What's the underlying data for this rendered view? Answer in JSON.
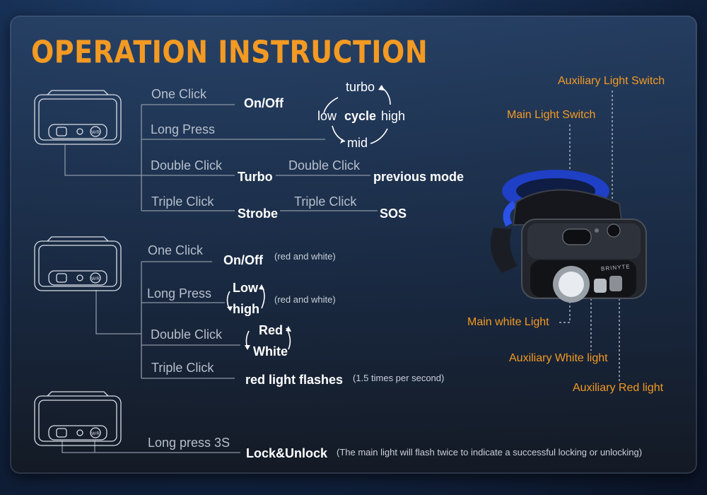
{
  "title": "OPERATION INSTRUCTION",
  "section1": {
    "one_click": "One Click",
    "on_off": "On/Off",
    "long_press": "Long Press",
    "double_click": "Double Click",
    "turbo": "Turbo",
    "double_click_2": "Double Click",
    "previous_mode": "previous mode",
    "triple_click": "Triple Click",
    "strobe": "Strobe",
    "triple_click_2": "Triple Click",
    "sos": "SOS",
    "cycle": {
      "turbo": "turbo",
      "low": "low",
      "cycle": "cycle",
      "high": "high",
      "mid": "mid"
    }
  },
  "section2": {
    "one_click": "One Click",
    "on_off": "On/Off",
    "note_red_white_1": "(red and white)",
    "long_press": "Long Press",
    "low": "Low",
    "high": "high",
    "note_red_white_2": "(red and white)",
    "double_click": "Double Click",
    "red": "Red",
    "white": "White",
    "triple_click": "Triple Click",
    "red_flashes": "red light flashes",
    "flash_rate": "(1.5 times per second)"
  },
  "section3": {
    "long_press_3s": "Long press 3S",
    "lock_unlock": "Lock&Unlock",
    "lock_note": "(The main light will flash twice to indicate a successful locking or unlocking)"
  },
  "callouts": {
    "aux_switch": "Auxiliary Light Switch",
    "main_switch": "Main Light Switch",
    "main_white": "Main white Light",
    "aux_white": "Auxiliary White light",
    "aux_red": "Auxiliary Red light"
  },
  "device_label": "W/R",
  "brand": "BRINYTE",
  "colors": {
    "accent": "#f39a23",
    "text": "#ffffff",
    "muted": "#b6bfcc",
    "strap": "#1f3fc4"
  }
}
